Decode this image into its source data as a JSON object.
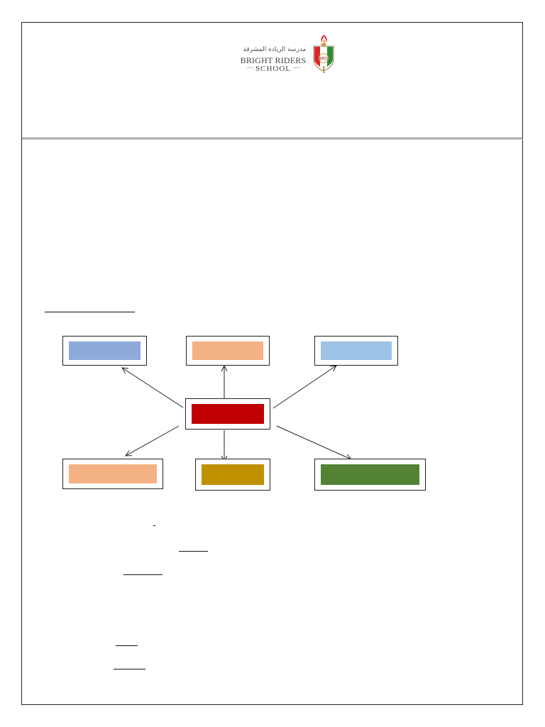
{
  "logo": {
    "arabic": "مدرسة الريادة المشرقة",
    "line1": "BRIGHT RIDERS",
    "line2": "SCHOOL",
    "emblem": "BRS"
  },
  "colors": {
    "frame": "#222222",
    "center_box": "#c00000",
    "top_left_box": "#8eaadb",
    "top_center_box": "#f4b183",
    "top_right_box": "#9dc3e6",
    "bottom_left_box": "#f4b183",
    "bottom_center_box": "#bf9000",
    "bottom_right_box": "#548235",
    "shield_red": "#d9262b",
    "shield_green": "#2e8b3a",
    "torch_flame": "#d9262b"
  },
  "icons": {
    "logo_emblem": "shield-torch-icon",
    "connectors": "arrow-icon"
  }
}
